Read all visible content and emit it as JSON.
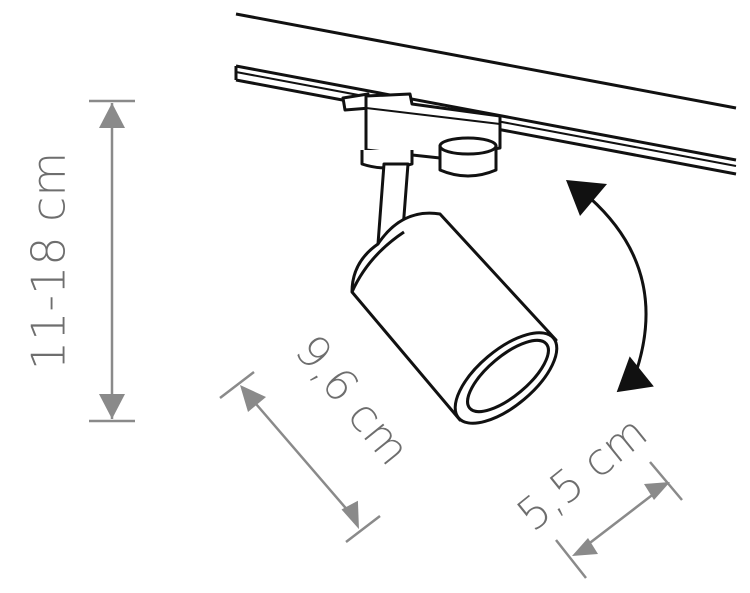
{
  "dimensions": {
    "height_label": "11-18 cm",
    "length_label": "9,6 cm",
    "diameter_label": "5,5 cm"
  },
  "colors": {
    "line": "#111111",
    "dimension": "#8a8a8a",
    "dimension_text": "#6e6e6e",
    "background": "#ffffff"
  },
  "icons": {
    "rotation_arrow": "double-headed-curved-arrow"
  }
}
